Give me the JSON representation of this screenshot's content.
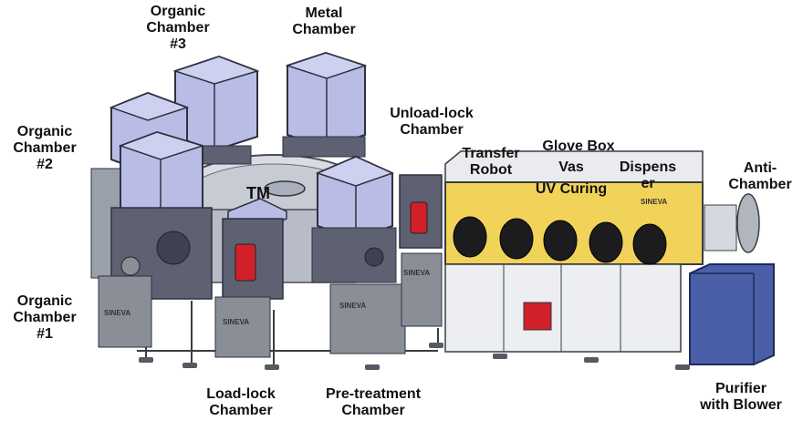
{
  "labels": {
    "organic3": [
      "Organic",
      "Chamber",
      "#3"
    ],
    "metal": [
      "Metal",
      "Chamber"
    ],
    "organic2": [
      "Organic",
      "Chamber",
      "#2"
    ],
    "unload": [
      "Unload-lock",
      "Chamber"
    ],
    "transfer": [
      "Transfer",
      "Robot"
    ],
    "glovebox": "Glove Box",
    "vas": "Vas",
    "dispenser": [
      "Dispens",
      "er"
    ],
    "uvcuring": "UV Curing",
    "anti": [
      "Anti-",
      "Chamber"
    ],
    "tm": "TM",
    "organic1": [
      "Organic",
      "Chamber",
      "#1"
    ],
    "loadlock": [
      "Load-lock",
      "Chamber"
    ],
    "pretreat": [
      "Pre-treatment",
      "Chamber"
    ],
    "purifier": [
      "Purifier",
      "with Blower"
    ]
  },
  "brand": "SINEVA",
  "colors": {
    "frame": "#8a8f97",
    "chamber_glass": "#b9bde6",
    "chamber_body": "#5e6172",
    "glovebox_glass": "#f2d35a",
    "purifier": "#4b5fa8",
    "port_red": "#d2202a"
  }
}
